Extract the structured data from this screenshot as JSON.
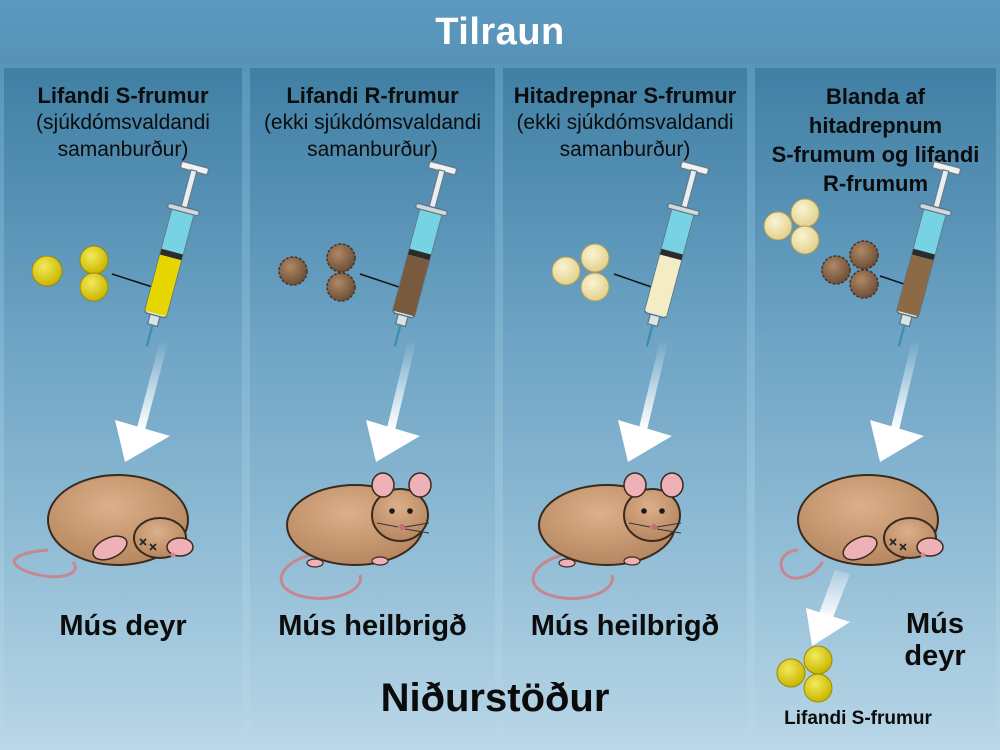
{
  "title": "Tilraun",
  "panels": [
    {
      "heading": "Lifandi S-frumur",
      "subheading_line1": "(sjúkdómsvaldandi",
      "subheading_line2": "samanburður)",
      "result": "Mús deyr"
    },
    {
      "heading": "Lifandi R-frumur",
      "subheading_line1": "(ekki sjúkdómsvaldandi",
      "subheading_line2": "samanburður)",
      "result": "Mús heilbrigð"
    },
    {
      "heading": "Hitadrepnar S-frumur",
      "subheading_line1": "(ekki sjúkdómsvaldandi",
      "subheading_line2": "samanburður)",
      "result": "Mús heilbrigð"
    },
    {
      "heading_lines": [
        "Blanda af",
        "hitadrepnum",
        "S-frumum og lifandi",
        "R-frumum"
      ],
      "result_line1": "Mús",
      "result_line2": "deyr"
    }
  ],
  "results_heading": "Niðurstöður",
  "recovered_cells_label": "Lifandi S-frumur",
  "colors": {
    "live_s_cell": "#e2d21c",
    "r_cell": "#8f6a4a",
    "heat_killed_s_cell": "#f1e3a4",
    "syringe_fill_live_s": "#e5d600",
    "syringe_fill_r": "#7a5a3e",
    "syringe_fill_heat_killed": "#f4ecc4",
    "syringe_fill_mixture": "#8c6a45",
    "mouse_fur": "#c99a72",
    "title_bar": "#5d9ac0"
  }
}
